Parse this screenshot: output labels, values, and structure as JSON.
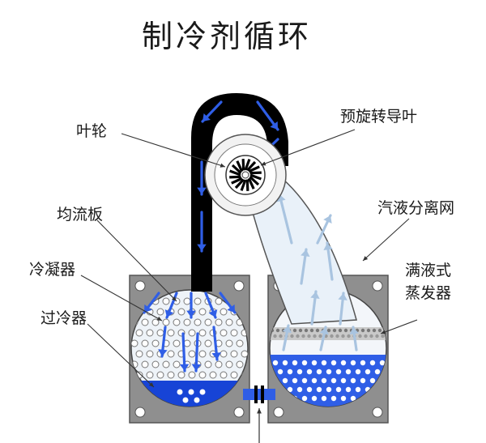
{
  "title": "制冷剂循环",
  "labels": {
    "impeller": "叶轮",
    "inlet_guide_vanes": "预旋转导叶",
    "baffle": "均流板",
    "condenser": "冷凝器",
    "subcooler": "过冷器",
    "separator": "汽液分离网",
    "evaporator_line1": "满液式",
    "evaporator_line2": "蒸发器"
  },
  "colors": {
    "pipe": "#000000",
    "refrigerant_liquid": "#1744d6",
    "refrigerant_blue": "#2f5ee6",
    "vapor_fill": "#e9f1f9",
    "vapor_arrow": "#a9c4e0",
    "shell": "#8f8f8f",
    "bubble": "#ffffff"
  }
}
